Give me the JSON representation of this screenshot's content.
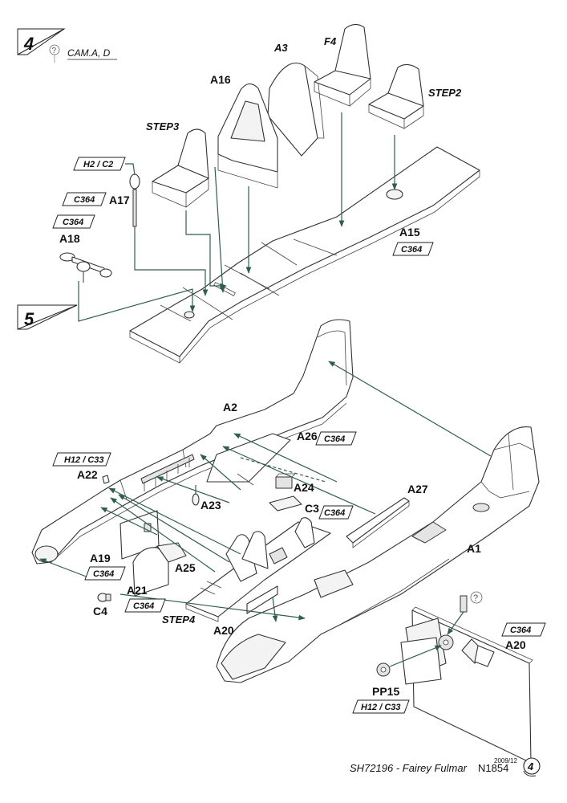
{
  "step4": {
    "number": "4",
    "note": "CAM.A, D"
  },
  "step5": {
    "number": "5"
  },
  "upper_assembly": {
    "labels": {
      "a3": "A3",
      "f4": "F4",
      "a16": "A16",
      "step2": "STEP2",
      "step3": "STEP3",
      "a17": "A17",
      "a18": "A18",
      "a15": "A15"
    },
    "paint_codes": {
      "a17_top": "H2 / C2",
      "a17": "C364",
      "a18": "C364",
      "a15": "C364"
    }
  },
  "lower_assembly": {
    "labels": {
      "a2": "A2",
      "a26": "A26",
      "a22": "A22",
      "a24": "A24",
      "a23": "A23",
      "c3": "C3",
      "a27": "A27",
      "a1": "A1",
      "a19": "A19",
      "a25": "A25",
      "a21": "A21",
      "c4": "C4",
      "step4": "STEP4",
      "a20": "A20"
    },
    "paint_codes": {
      "a26": "C364",
      "a22": "H12 / C33",
      "c3": "C364",
      "a19": "C364",
      "a21": "C364"
    }
  },
  "inset": {
    "labels": {
      "a20": "A20",
      "pp15": "PP15"
    },
    "paint_codes": {
      "a20": "C364",
      "pp15": "H12 / C33"
    }
  },
  "footer": {
    "date": "2009/12",
    "kit": "SH72196 - Fairey Fulmar",
    "serial": "N1854",
    "page": "4"
  }
}
